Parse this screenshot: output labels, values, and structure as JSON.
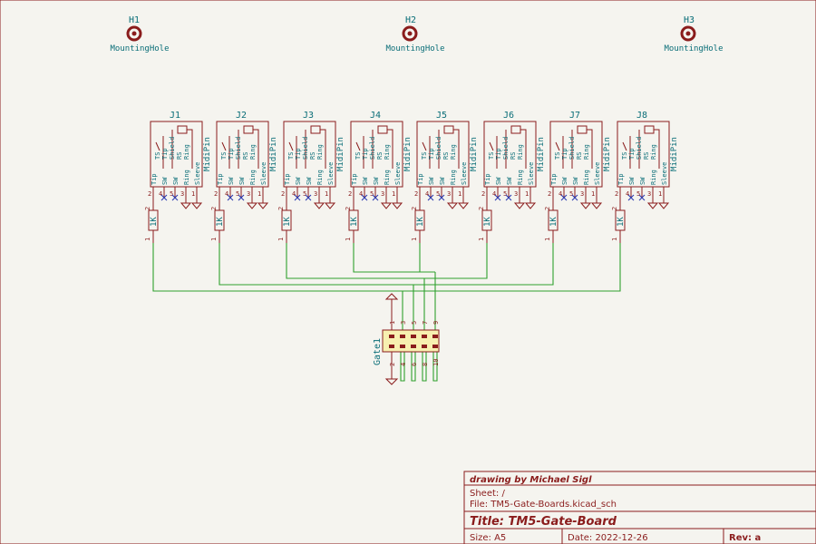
{
  "mounting_holes": [
    {
      "ref": "H1",
      "value": "MountingHole"
    },
    {
      "ref": "H2",
      "value": "MountingHole"
    },
    {
      "ref": "H3",
      "value": "MountingHole"
    }
  ],
  "jacks": [
    {
      "ref": "J1"
    },
    {
      "ref": "J2"
    },
    {
      "ref": "J3"
    },
    {
      "ref": "J4"
    },
    {
      "ref": "J5"
    },
    {
      "ref": "J6"
    },
    {
      "ref": "J7"
    },
    {
      "ref": "J8"
    }
  ],
  "jack_common": {
    "value": "MidiPin",
    "pin_names": [
      "Tip",
      "SW",
      "SW",
      "Ring",
      "Sleeve"
    ],
    "top_names": [
      "TS",
      "Tip",
      "Shield",
      "RS",
      "Ring"
    ],
    "top_numbers": [
      "2",
      "4",
      "5",
      "3",
      "1"
    ],
    "bottom_numbers": [
      "2",
      "4",
      "5",
      "3",
      "1"
    ]
  },
  "resistors": {
    "value": "1K",
    "pin_top": "2",
    "pin_bottom": "1"
  },
  "connector": {
    "ref": "Gate1",
    "top_pins": [
      "1",
      "3",
      "5",
      "7",
      "9"
    ],
    "bottom_pins": [
      "2",
      "4",
      "6",
      "8",
      "10"
    ]
  },
  "title_block": {
    "author": "drawing by Michael Sigl",
    "sheet": "Sheet: /",
    "file": "File: TM5-Gate-Boards.kicad_sch",
    "title": "Title: TM5-Gate-Board",
    "size": "Size: A5",
    "date": "Date: 2022-12-26",
    "rev": "Rev: a"
  },
  "colors": {
    "component": "#8a1c1c",
    "text": "#0a6e78",
    "wire": "#2ea02e",
    "noconnect": "#2c3bb0",
    "body_fill": "#f7efb0"
  }
}
